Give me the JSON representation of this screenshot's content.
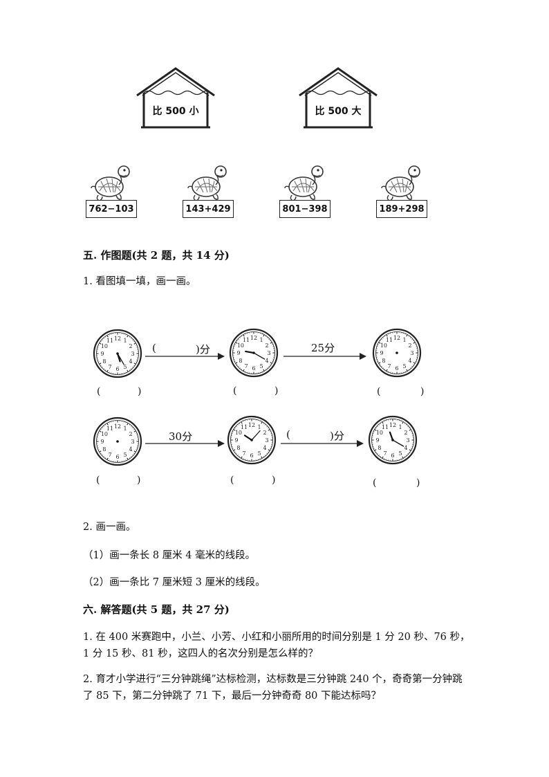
{
  "houses": [
    {
      "label": "比 500 小"
    },
    {
      "label": "比 500 大"
    }
  ],
  "turtles": [
    {
      "expr": "762−103"
    },
    {
      "expr": "143+429"
    },
    {
      "expr": "801−398"
    },
    {
      "expr": "189+298"
    }
  ],
  "section5": {
    "heading": "五. 作图题(共 2 题，共 14 分)",
    "q1": "1. 看图填一填，画一画。",
    "q2": "2. 画一画。",
    "q2_1": "（1）画一条长 8 厘米 4 毫米的线段。",
    "q2_2": "（2）画一条比 7 厘米短 3 厘米的线段。"
  },
  "clocks": {
    "row1": {
      "arrow1_open": "(",
      "arrow1_close": ")分",
      "arrow2": "25分"
    },
    "row2": {
      "arrow1": "30分",
      "arrow2_open": "(",
      "arrow2_close": ")分"
    },
    "paren_open": "(",
    "paren_close": ")"
  },
  "section6": {
    "heading": "六. 解答题(共 5 题，共 27 分)",
    "q1": "1. 在 400 米赛跑中，小兰、小芳、小红和小丽所用的时间分别是 1 分 20 秒、76 秒，1 分 15 秒、81 秒，这四人的名次分别是怎么样的？",
    "q2": "2. 育才小学进行“三分钟跳绳”达标检测，达标数是三分钟跳 240 个，奇奇第一分钟跳了 85 下，第二分钟跳了 71 下，最后一分钟奇奇 80 下能达标吗？"
  }
}
